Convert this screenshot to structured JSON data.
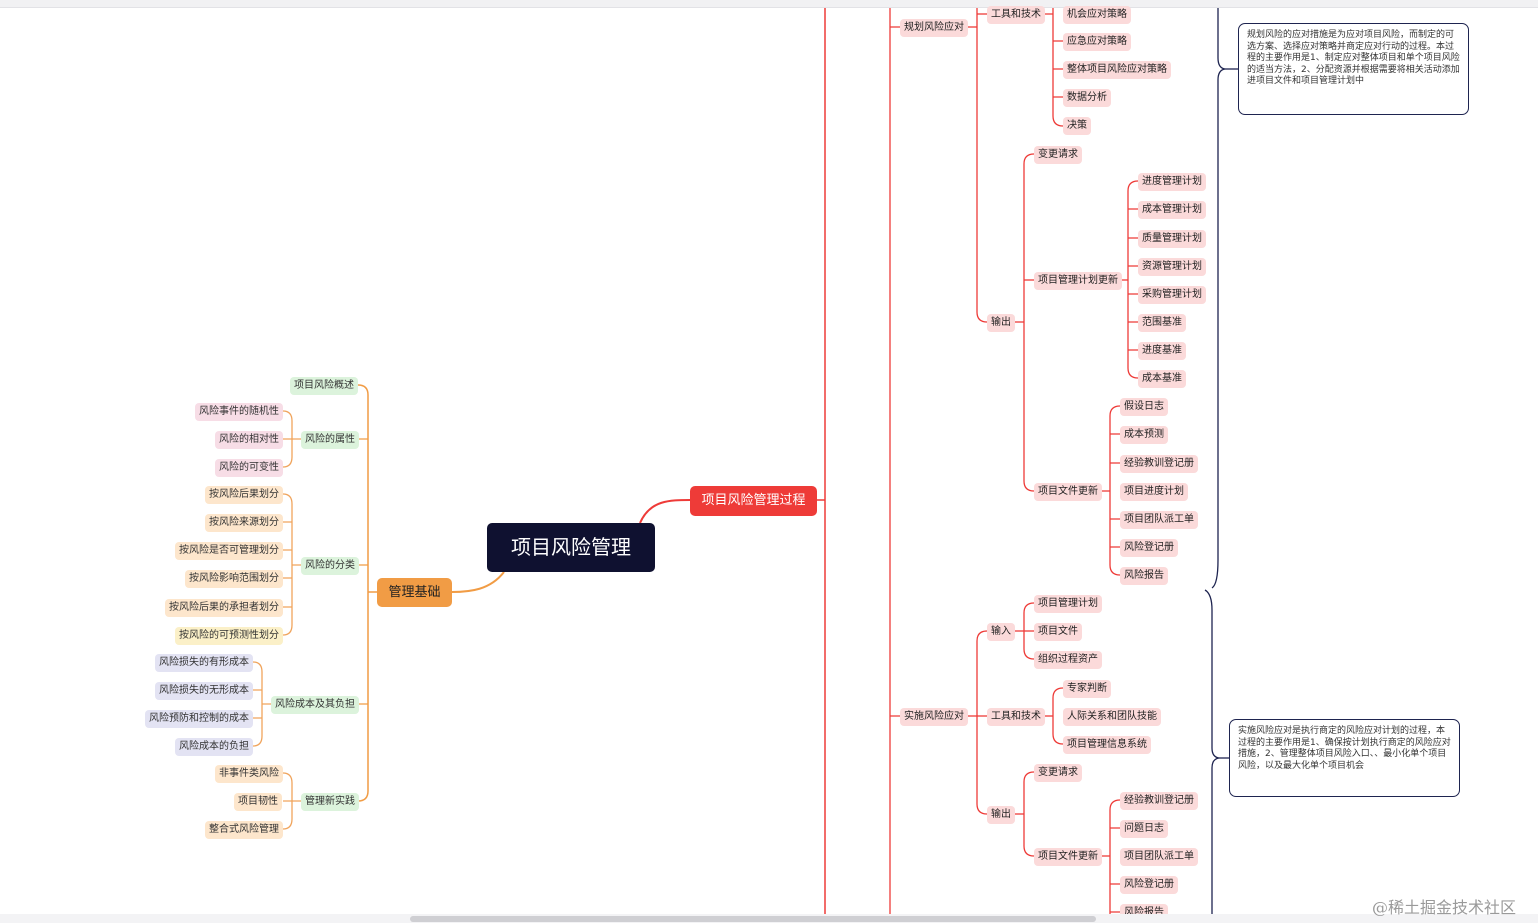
{
  "root": "项目风险管理",
  "branches": {
    "base": "管理基础",
    "process": "项目风险管理过程"
  },
  "left": {
    "overview": "项目风险概述",
    "attr": "风险的属性",
    "attr_items": [
      "风险事件的随机性",
      "风险的相对性",
      "风险的可变性"
    ],
    "cls": "风险的分类",
    "cls_items": [
      "按风险后果划分",
      "按风险来源划分",
      "按风险是否可管理划分",
      "按风险影响范围划分",
      "按风险后果的承担者划分",
      "按风险的可预测性划分"
    ],
    "cost": "风险成本及其负担",
    "cost_items": [
      "风险损失的有形成本",
      "风险损失的无形成本",
      "风险预防和控制的成本",
      "风险成本的负担"
    ],
    "practice": "管理新实践",
    "practice_items": [
      "非事件类风险",
      "项目韧性",
      "整合式风险管理"
    ]
  },
  "plan": {
    "title": "规划风险应对",
    "tools": "工具和技术",
    "tool_items": [
      "机会应对策略",
      "应急应对策略",
      "整体项目风险应对策略",
      "数据分析",
      "决策"
    ],
    "output": "输出",
    "change": "变更请求",
    "pmp_update": "项目管理计划更新",
    "pmp_items": [
      "进度管理计划",
      "成本管理计划",
      "质量管理计划",
      "资源管理计划",
      "采购管理计划",
      "范围基准",
      "进度基准",
      "成本基准"
    ],
    "doc_update": "项目文件更新",
    "doc_items": [
      "假设日志",
      "成本预测",
      "经验教训登记册",
      "项目进度计划",
      "项目团队派工单",
      "风险登记册",
      "风险报告"
    ],
    "note": "规划风险的应对措施是为应对项目风险，而制定的可选方案、选择应对策略并商定应对行动的过程。本过程的主要作用是1、制定应对整体项目和单个项目风险的适当方法，2、分配资源并根据需要将相关活动添加进项目文件和项目管理计划中"
  },
  "impl": {
    "title": "实施风险应对",
    "input": "输入",
    "input_items": [
      "项目管理计划",
      "项目文件",
      "组织过程资产"
    ],
    "tools": "工具和技术",
    "tool_items": [
      "专家判断",
      "人际关系和团队技能",
      "项目管理信息系统"
    ],
    "output": "输出",
    "change": "变更请求",
    "doc_update": "项目文件更新",
    "doc_items": [
      "经验教训登记册",
      "问题日志",
      "项目团队派工单",
      "风险登记册",
      "风险报告"
    ],
    "note": "实施风险应对是执行商定的风险应对计划的过程，本过程的主要作用是1、确保按计划执行商定的风险应对措施，2、管理整体项目风险入口、、最小化单个项目风险，以及最大化单个项目机会"
  },
  "watermark": "@稀土掘金技术社区",
  "colors": {
    "root_bg": "#0f1130",
    "base_branch": "#f19c45",
    "process_branch": "#ee3b38",
    "note_border": "#1e2450"
  }
}
